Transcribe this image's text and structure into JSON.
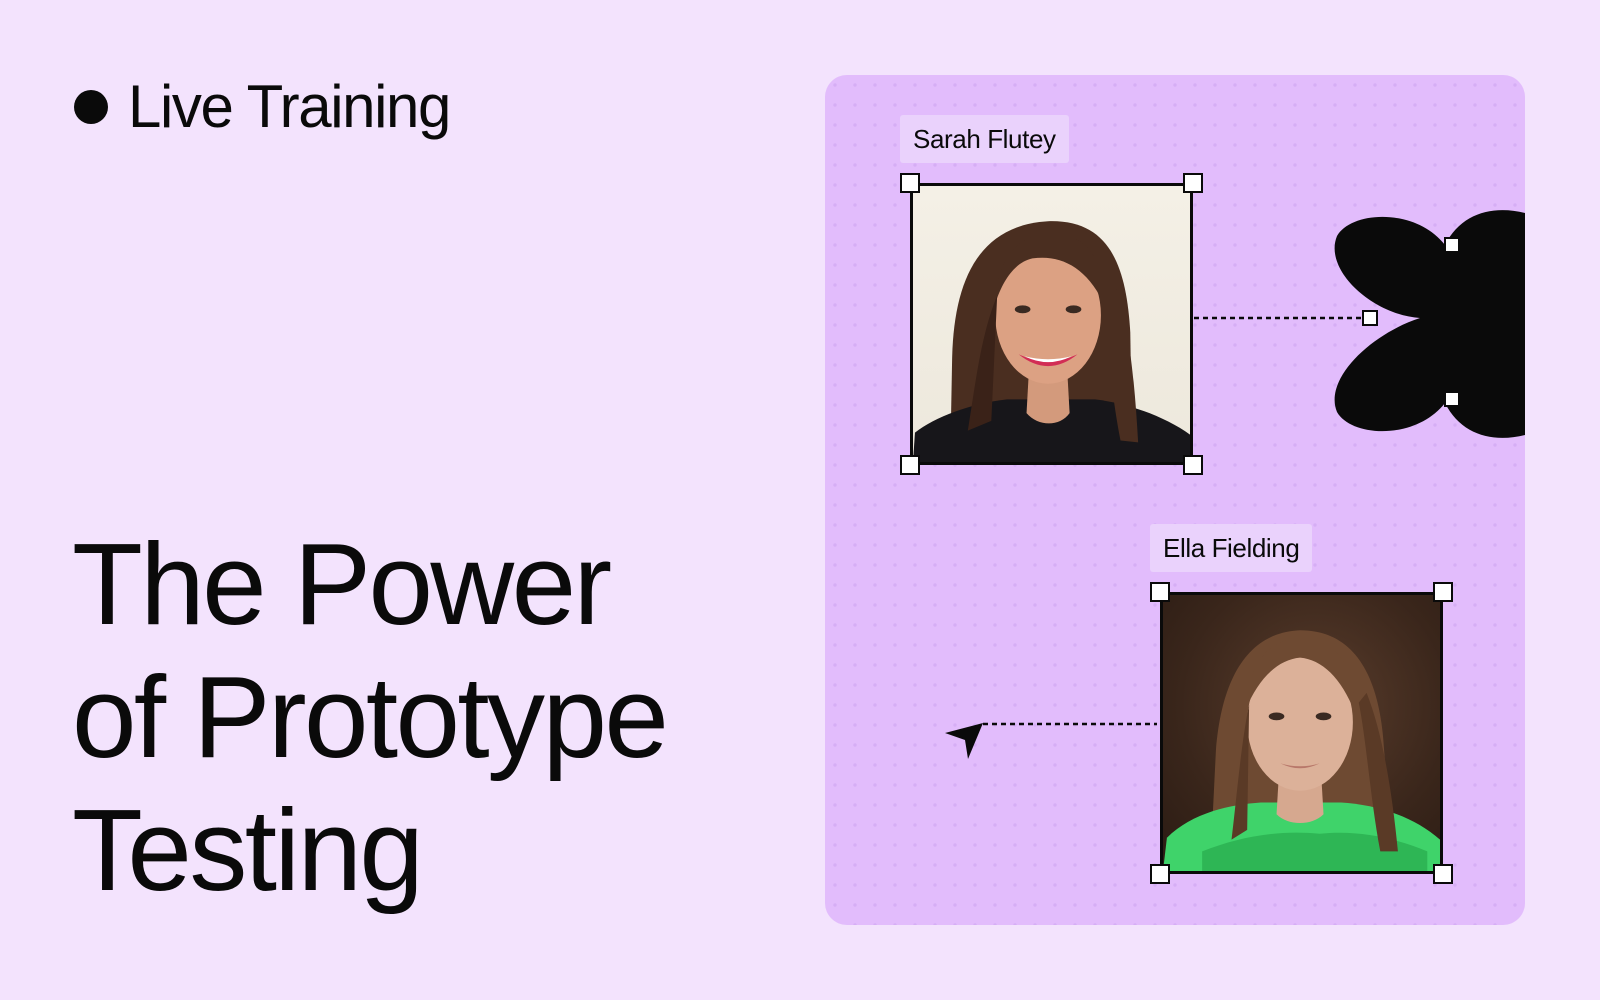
{
  "badge": {
    "label": "Live Training"
  },
  "headline": {
    "lines": [
      "The Power",
      "of Prototype",
      "Testing"
    ]
  },
  "canvas": {
    "speakers": [
      {
        "name": "Sarah Flutey"
      },
      {
        "name": "Ella Fielding"
      }
    ]
  },
  "colors": {
    "page_background": "#f3e3fd",
    "canvas_background": "#e2bcfc",
    "name_tag_background": "#ead2fc",
    "ink": "#0a0a0a",
    "ella_top_accent": "#3fd36a"
  },
  "icons": {
    "live_indicator": "filled-dot",
    "blob_shape": "four-lobed-star-shape",
    "pointer": "cursor-arrow"
  }
}
